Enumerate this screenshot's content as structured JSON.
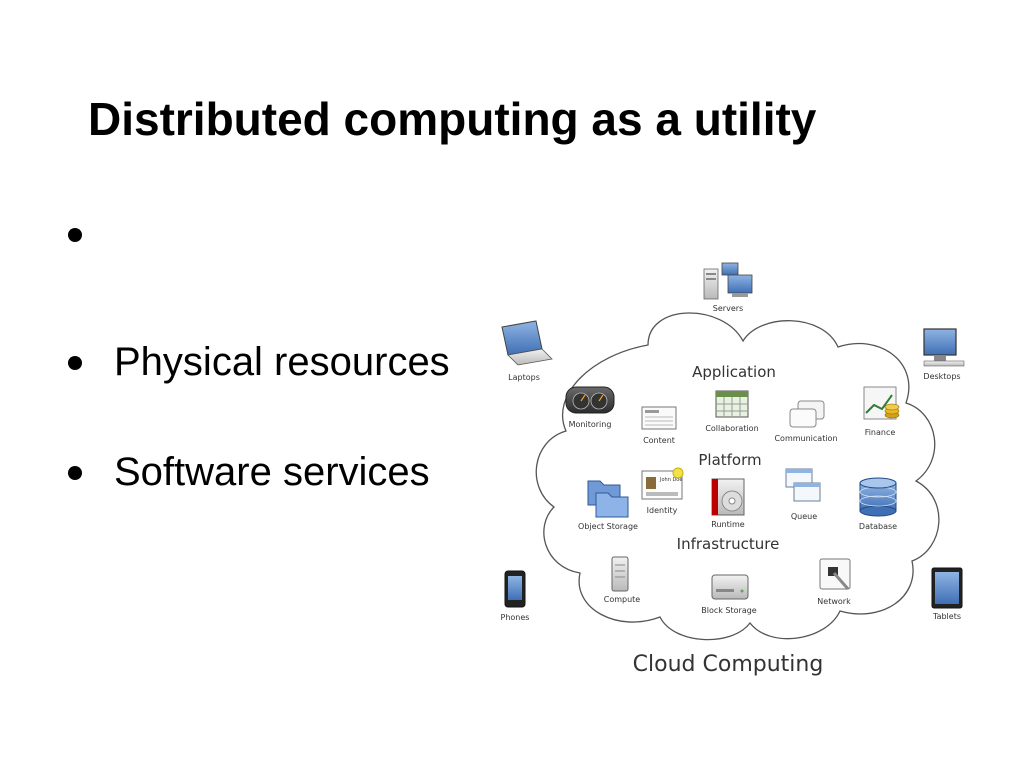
{
  "slide": {
    "title": "Distributed computing as a utility",
    "bullets": [
      "",
      "Physical resources",
      "Software services"
    ]
  },
  "diagram": {
    "title": "Cloud Computing",
    "layers": {
      "application": "Application",
      "platform": "Platform",
      "infrastructure": "Infrastructure"
    },
    "inner_items": {
      "monitoring": "Monitoring",
      "content": "Content",
      "collaboration": "Collaboration",
      "communication": "Communication",
      "finance": "Finance",
      "object_storage": "Object Storage",
      "identity": "Identity",
      "runtime": "Runtime",
      "queue": "Queue",
      "database": "Database",
      "compute": "Compute",
      "block_storage": "Block Storage",
      "network": "Network"
    },
    "outer_items": {
      "servers": "Servers",
      "laptops": "Laptops",
      "desktops": "Desktops",
      "phones": "Phones",
      "tablets": "Tablets"
    },
    "identity_card_text": "John Doe"
  }
}
